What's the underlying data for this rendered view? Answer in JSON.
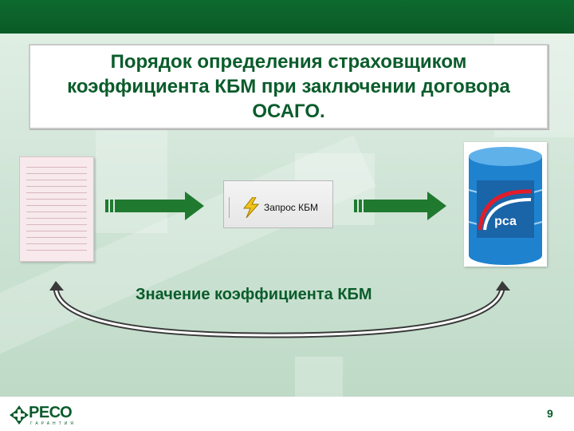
{
  "slide": {
    "title": "Порядок определения страховщиком коэффициента КБМ при заключении договора ОСАГО.",
    "request_button_label": "Запрос КБМ",
    "result_label": "Значение коэффициента КБМ",
    "page_number": "9"
  },
  "logo": {
    "name": "РЕСО",
    "subtitle": "ГАРАНТИЯ"
  },
  "database_logo_text": "рса",
  "colors": {
    "brand_green": "#0a5c2b",
    "arrow_green": "#1f7a2f",
    "database_blue": "#1e82cf"
  }
}
